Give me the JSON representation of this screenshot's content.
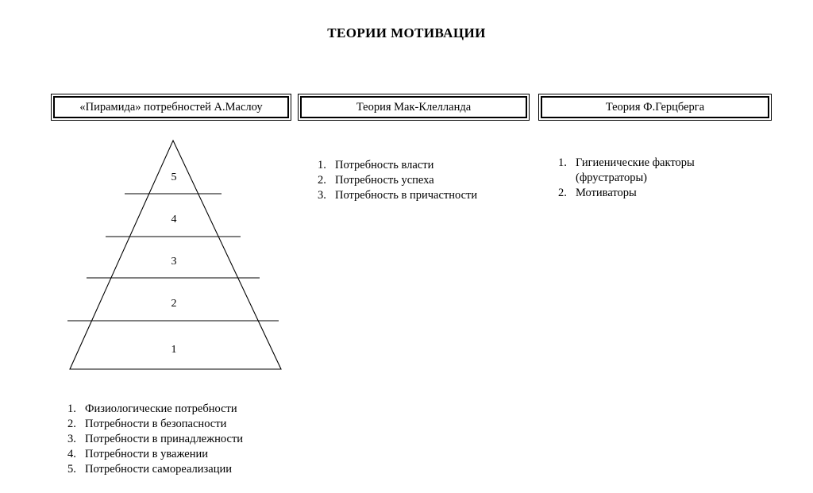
{
  "page": {
    "title": "ТЕОРИИ МОТИВАЦИИ",
    "background_color": "#ffffff",
    "line_color": "#000000"
  },
  "columns": [
    {
      "id": "maslow",
      "header": "«Пирамида» потребностей А.Маслоу",
      "pyramid": {
        "levels_top_to_bottom": [
          "5",
          "4",
          "3",
          "2",
          "1"
        ]
      },
      "items": [
        {
          "marker": "1.",
          "text": "Физиологические потребности"
        },
        {
          "marker": "2.",
          "text": "Потребности в безопасности"
        },
        {
          "marker": "3.",
          "text": "Потребности в принадлежности"
        },
        {
          "marker": "4.",
          "text": "Потребности в уважении"
        },
        {
          "marker": "5.",
          "text": "Потребности самореализации"
        }
      ]
    },
    {
      "id": "mcclelland",
      "header": "Теория Мак-Клелланда",
      "items": [
        {
          "marker": "1.",
          "text": "Потребность власти"
        },
        {
          "marker": "2.",
          "text": "Потребность успеха"
        },
        {
          "marker": "3.",
          "text": "Потребность в причастности"
        }
      ]
    },
    {
      "id": "herzberg",
      "header": "Теория Ф.Герцберга",
      "items": [
        {
          "marker": "1.",
          "text": "Гигиенические факторы",
          "continuation": "(фрустраторы)"
        },
        {
          "marker": "2.",
          "text": "Мотиваторы"
        }
      ]
    }
  ]
}
